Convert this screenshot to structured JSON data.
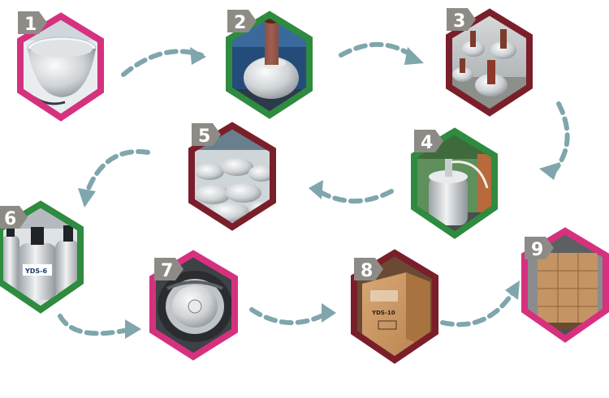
{
  "steps": [
    {
      "label": "1",
      "border_color": "#d6317e",
      "subject": "spun aluminium bowl"
    },
    {
      "label": "2",
      "border_color": "#2e8b3f",
      "subject": "dome with neck tube"
    },
    {
      "label": "3",
      "border_color": "#7a1f2a",
      "subject": "neck assemblies in workshop"
    },
    {
      "label": "4",
      "border_color": "#2e8b3f",
      "subject": "tank on welding station"
    },
    {
      "label": "5",
      "border_color": "#7a1f2a",
      "subject": "stacked tank shells"
    },
    {
      "label": "6",
      "border_color": "#2e8b3f",
      "subject": "finished tanks with labels"
    },
    {
      "label": "7",
      "border_color": "#d6317e",
      "subject": "tank in foam packing"
    },
    {
      "label": "8",
      "border_color": "#7a1f2a",
      "subject": "cardboard shipping box"
    },
    {
      "label": "9",
      "border_color": "#d6317e",
      "subject": "palletised boxes"
    }
  ],
  "box_print": {
    "model": "YDS-10"
  },
  "label_print": {
    "model": "YDS-6"
  },
  "colors": {
    "badge": "#8e8b86",
    "arrow": "#7fa6ac",
    "background": "#ffffff"
  }
}
